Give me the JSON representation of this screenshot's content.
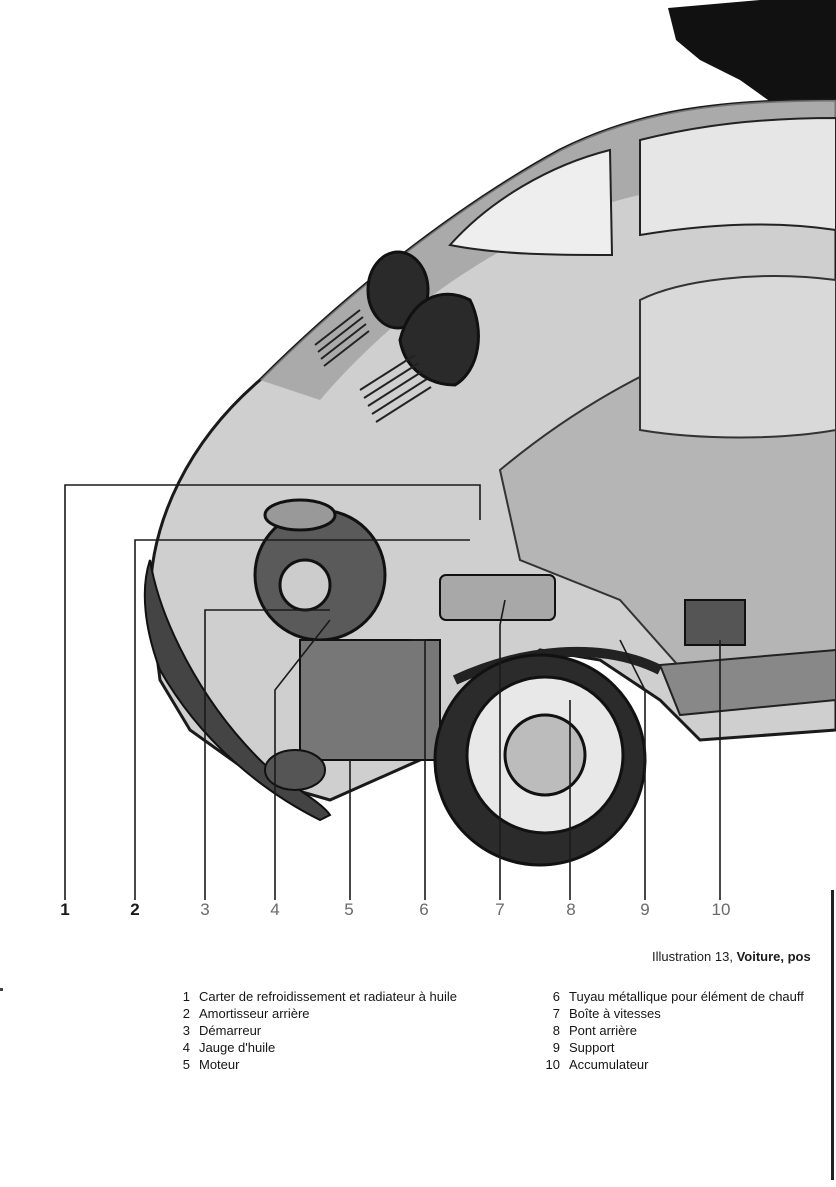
{
  "figure": {
    "callout_numbers": [
      "1",
      "2",
      "3",
      "4",
      "5",
      "6",
      "7",
      "8",
      "9",
      "10"
    ]
  },
  "caption": {
    "prefix": "Illustration 13,",
    "title": "Voiture, pos"
  },
  "legend_left": [
    {
      "n": "1",
      "text": "Carter de refroidissement et radiateur à huile"
    },
    {
      "n": "2",
      "text": "Amortisseur arrière"
    },
    {
      "n": "3",
      "text": "Démarreur"
    },
    {
      "n": "4",
      "text": "Jauge d'huile"
    },
    {
      "n": "5",
      "text": "Moteur"
    }
  ],
  "legend_right": [
    {
      "n": "6",
      "text": "Tuyau métallique pour élément de chauff"
    },
    {
      "n": "7",
      "text": "Boîte à vitesses"
    },
    {
      "n": "8",
      "text": "Pont arrière"
    },
    {
      "n": "9",
      "text": "Support"
    },
    {
      "n": "10",
      "text": "Accumulateur"
    }
  ]
}
